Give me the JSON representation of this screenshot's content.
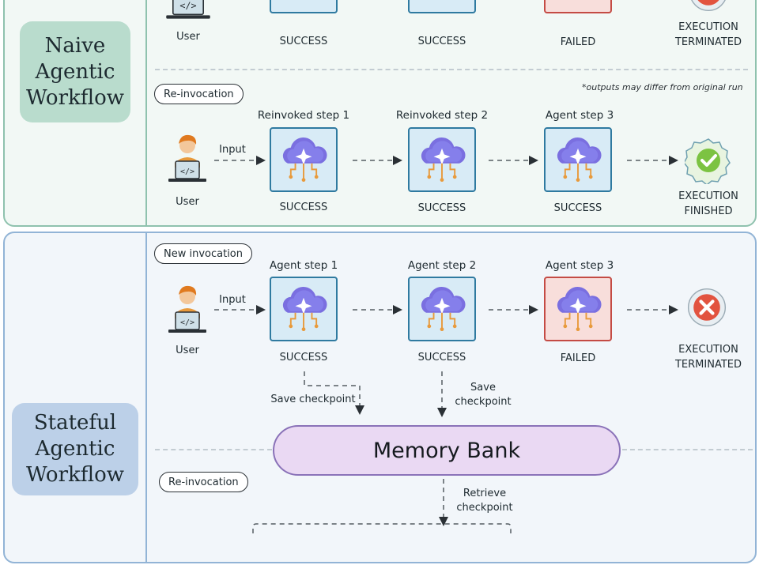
{
  "naive": {
    "section_label": "Naive\nAgentic\nWorkflow",
    "top_row": {
      "user_label": "User",
      "statuses": [
        "SUCCESS",
        "SUCCESS",
        "FAILED"
      ],
      "end_label": "EXECUTION\nTERMINATED"
    },
    "reinvocation": {
      "pill": "Re-invocation",
      "note": "*outputs may differ from original run",
      "user_label": "User",
      "input_label": "Input",
      "steps": [
        {
          "title": "Reinvoked step 1",
          "status": "SUCCESS"
        },
        {
          "title": "Reinvoked step 2",
          "status": "SUCCESS"
        },
        {
          "title": "Agent step 3",
          "status": "SUCCESS"
        }
      ],
      "end_label": "EXECUTION\nFINISHED"
    }
  },
  "stateful": {
    "section_label": "Stateful\nAgentic\nWorkflow",
    "new_invocation": {
      "pill": "New invocation",
      "user_label": "User",
      "input_label": "Input",
      "steps": [
        {
          "title": "Agent step 1",
          "status": "SUCCESS"
        },
        {
          "title": "Agent step 2",
          "status": "SUCCESS"
        },
        {
          "title": "Agent step 3",
          "status": "FAILED"
        }
      ],
      "end_label": "EXECUTION\nTERMINATED"
    },
    "save_checkpoint_1": "Save checkpoint",
    "save_checkpoint_2": "Save\ncheckpoint",
    "memory_bank": "Memory Bank",
    "reinvocation_pill": "Re-invocation",
    "retrieve_checkpoint": "Retrieve\ncheckpoint"
  },
  "colors": {
    "naive_bg": "#f2f8f5",
    "stateful_bg": "#f2f6fa",
    "success_border": "#2f7aa0",
    "failed_border": "#c44b44",
    "memory_bank_fill": "#ead9f3",
    "check_green": "#7cc342",
    "error_red": "#e2533f"
  },
  "icons": [
    "user-laptop-icon",
    "cloud-ai-icon",
    "check-badge-icon",
    "error-x-icon",
    "arrow-icon"
  ]
}
